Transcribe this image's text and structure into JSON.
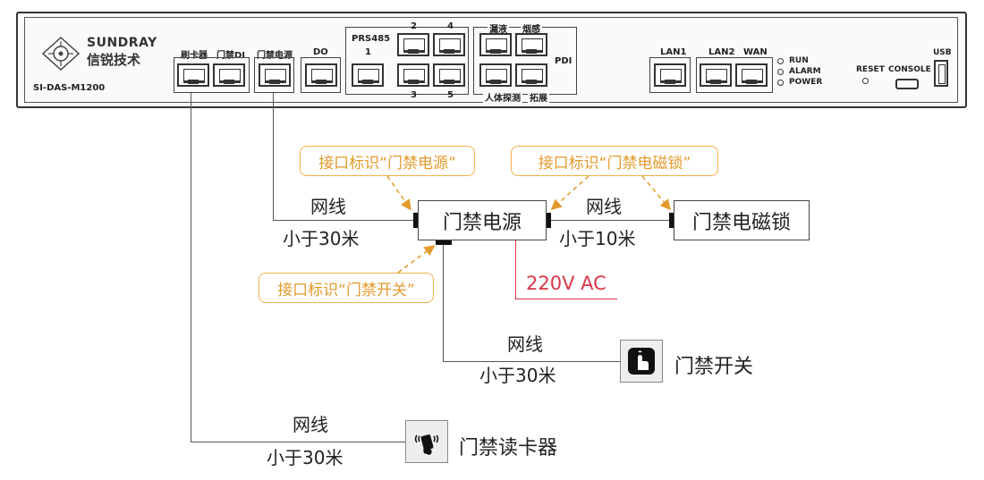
{
  "device": {
    "brand": "SUNDRAY",
    "brand_cn": "信锐技术",
    "model": "SI-DAS-M1200",
    "labels": {
      "card_reader": "刷卡器",
      "door_di": "门禁DI",
      "door_power": "门禁电源",
      "do": "DO",
      "prs485": "PRS485",
      "port1": "1",
      "port2": "2",
      "port3": "3",
      "port4": "4",
      "port5": "5",
      "leak": "漏液",
      "smoke": "烟感",
      "pdi": "PDI",
      "body_detect": "人体探测",
      "expand": "拓展",
      "lan1": "LAN1",
      "lan2": "LAN2",
      "wan": "WAN",
      "run": "RUN",
      "alarm": "ALARM",
      "power": "POWER",
      "reset": "RESET",
      "console": "CONSOLE",
      "usb": "USB"
    }
  },
  "tags": {
    "door_power": "接口标识“门禁电源”",
    "door_lock": "接口标识“门禁电磁锁”",
    "door_switch": "接口标识“门禁开关”"
  },
  "boxes": {
    "door_power": "门禁电源",
    "door_lock": "门禁电磁锁"
  },
  "cables": {
    "cable": "网线",
    "lt30": "小于30米",
    "lt10": "小于10米"
  },
  "ac_label": "220V AC",
  "devices": {
    "door_switch": "门禁开关",
    "card_reader": "门禁读卡器"
  },
  "colors": {
    "tag": "#e39a2c",
    "tag_border": "#f2b04a",
    "ac": "#d9364a",
    "line": "#555555"
  }
}
